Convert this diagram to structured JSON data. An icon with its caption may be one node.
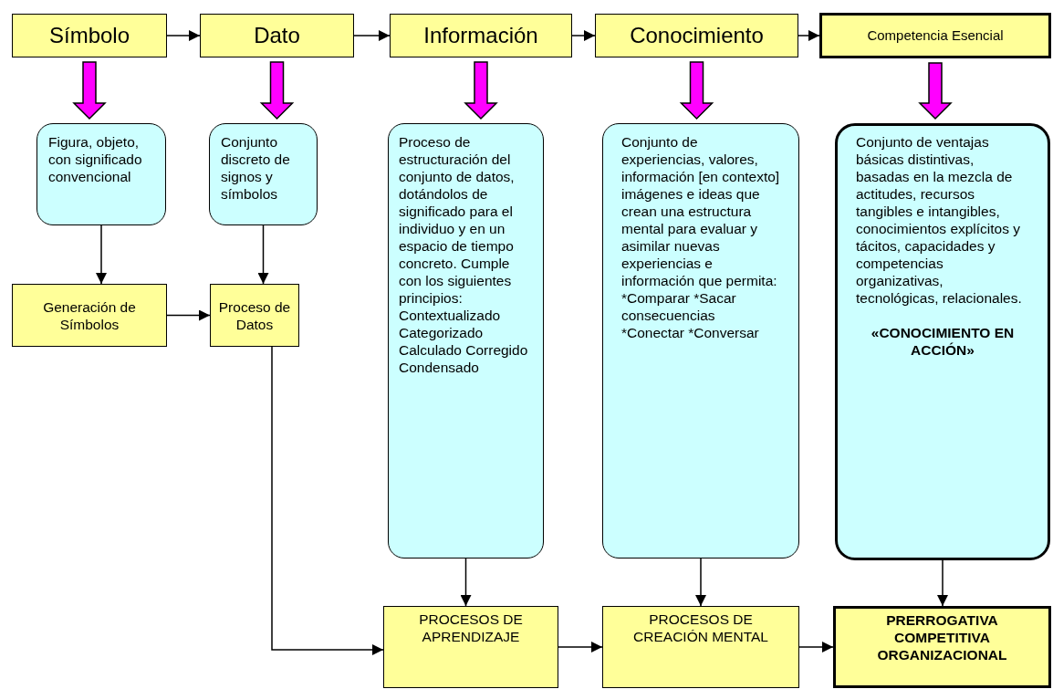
{
  "diagram": {
    "nodes": [
      {
        "text": [
          "Símbolo"
        ]
      },
      {
        "text": [
          "Dato"
        ]
      },
      {
        "text": [
          "Información"
        ]
      },
      {
        "text": [
          "Conocimiento"
        ]
      },
      {
        "text": [
          "Competencia Esencial"
        ]
      },
      {
        "text": [
          "Figura, objeto, con significado convencional"
        ]
      },
      {
        "text": [
          "Conjunto discreto de signos y símbolos"
        ]
      },
      {
        "text": [
          "Proceso de estructuración del conjunto de datos, dotándolos de significado para el individuo y en un espacio de tiempo concreto. Cumple con los siguientes principios: Contextualizado Categorizado Calculado Corregido Condensado"
        ]
      },
      {
        "text": [
          "Conjunto de experiencias, valores, información [en contexto] imágenes e ideas que crean una estructura mental para evaluar y asimilar nuevas experiencias e información que permita: *Comparar *Sacar consecuencias *Conectar *Conversar"
        ]
      },
      {
        "text": [
          "Conjunto de ventajas básicas distintivas, basadas en la mezcla de actitudes, recursos tangibles e intangibles, conocimientos explícitos y tácitos, capacidades y competencias organizativas, tecnológicas, relacionales.",
          "«CONOCIMIENTO EN ACCIÓN»"
        ]
      },
      {
        "text": [
          "Generación de Símbolos"
        ]
      },
      {
        "text": [
          "Proceso de Datos"
        ]
      },
      {
        "text": [
          "PROCESOS DE APRENDIZAJE"
        ]
      },
      {
        "text": [
          "PROCESOS DE CREACIÓN MENTAL"
        ]
      },
      {
        "text": [
          "PRERROGATIVA COMPETITIVA ORGANIZACIONAL"
        ]
      }
    ],
    "edges": [
      {
        "from": 0,
        "to": 1,
        "arrow": "to"
      },
      {
        "from": 1,
        "to": 2,
        "arrow": "to"
      },
      {
        "from": 2,
        "to": 3,
        "arrow": "to"
      },
      {
        "from": 3,
        "to": 4,
        "arrow": "to"
      },
      {
        "from": 0,
        "to": 5,
        "arrow": "to",
        "style": "thick",
        "color": "#ff00ff"
      },
      {
        "from": 1,
        "to": 6,
        "arrow": "to",
        "style": "thick",
        "color": "#ff00ff"
      },
      {
        "from": 2,
        "to": 7,
        "arrow": "to",
        "style": "thick",
        "color": "#ff00ff"
      },
      {
        "from": 3,
        "to": 8,
        "arrow": "to",
        "style": "thick",
        "color": "#ff00ff"
      },
      {
        "from": 4,
        "to": 9,
        "arrow": "to",
        "style": "thick",
        "color": "#ff00ff"
      },
      {
        "from": 5,
        "to": 10,
        "arrow": "to"
      },
      {
        "from": 6,
        "to": 11,
        "arrow": "to"
      },
      {
        "from": 10,
        "to": 11,
        "arrow": "to"
      },
      {
        "from": 11,
        "to": 12,
        "arrow": "to"
      },
      {
        "from": 7,
        "to": 12,
        "arrow": "to"
      },
      {
        "from": 8,
        "to": 13,
        "arrow": "to"
      },
      {
        "from": 9,
        "to": 14,
        "arrow": "to"
      },
      {
        "from": 12,
        "to": 13,
        "arrow": "to"
      },
      {
        "from": 13,
        "to": 14,
        "arrow": "to"
      }
    ]
  }
}
